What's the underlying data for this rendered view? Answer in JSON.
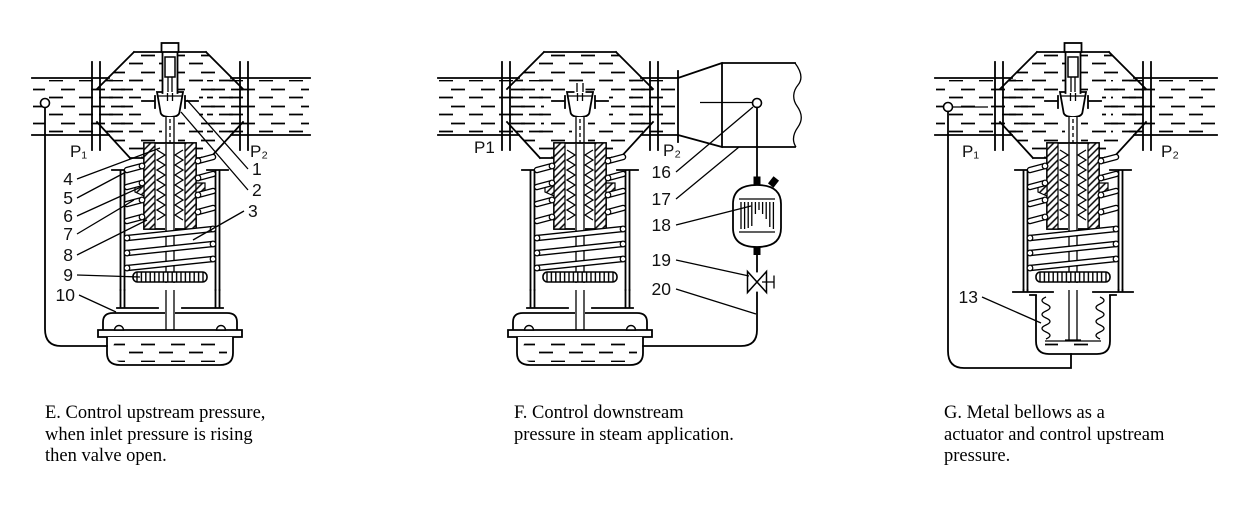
{
  "diagrams": {
    "e": {
      "p1": "P₁",
      "p2": "P₂",
      "parts": [
        "1",
        "2",
        "3",
        "4",
        "5",
        "6",
        "7",
        "8",
        "9",
        "10"
      ],
      "caption": [
        "E. Control upstream pressure,",
        "when inlet pressure is rising",
        "then valve open."
      ]
    },
    "f": {
      "p1": "P1",
      "p2": "P₂",
      "parts": [
        "16",
        "17",
        "18",
        "19",
        "20"
      ],
      "caption": [
        "F. Control downstream",
        "pressure in steam application."
      ]
    },
    "g": {
      "p1": "P₁",
      "p2": "P₂",
      "parts": [
        "13"
      ],
      "caption": [
        "G. Metal bellows as a",
        "actuator and control upstream",
        "pressure."
      ]
    }
  }
}
